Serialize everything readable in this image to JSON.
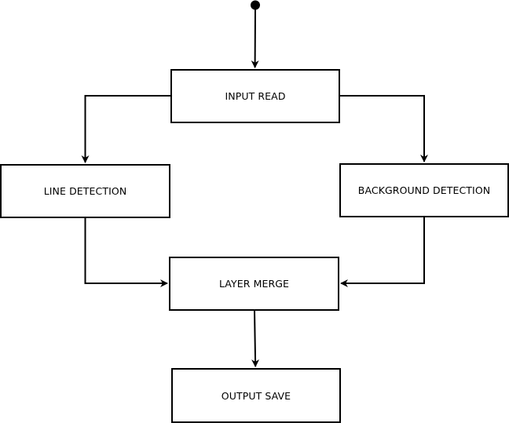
{
  "diagram": {
    "nodes": {
      "input_read": "INPUT READ",
      "line_detection": "LINE DETECTION",
      "background_detection": "BACKGROUND DETECTION",
      "layer_merge": "LAYER MERGE",
      "output_save": "OUTPUT SAVE"
    },
    "edges": [
      {
        "from": "start",
        "to": "input_read"
      },
      {
        "from": "input_read",
        "to": "line_detection"
      },
      {
        "from": "input_read",
        "to": "background_detection"
      },
      {
        "from": "line_detection",
        "to": "layer_merge"
      },
      {
        "from": "background_detection",
        "to": "layer_merge"
      },
      {
        "from": "layer_merge",
        "to": "output_save"
      }
    ],
    "colors": {
      "stroke": "#000000",
      "background": "#ffffff"
    }
  }
}
